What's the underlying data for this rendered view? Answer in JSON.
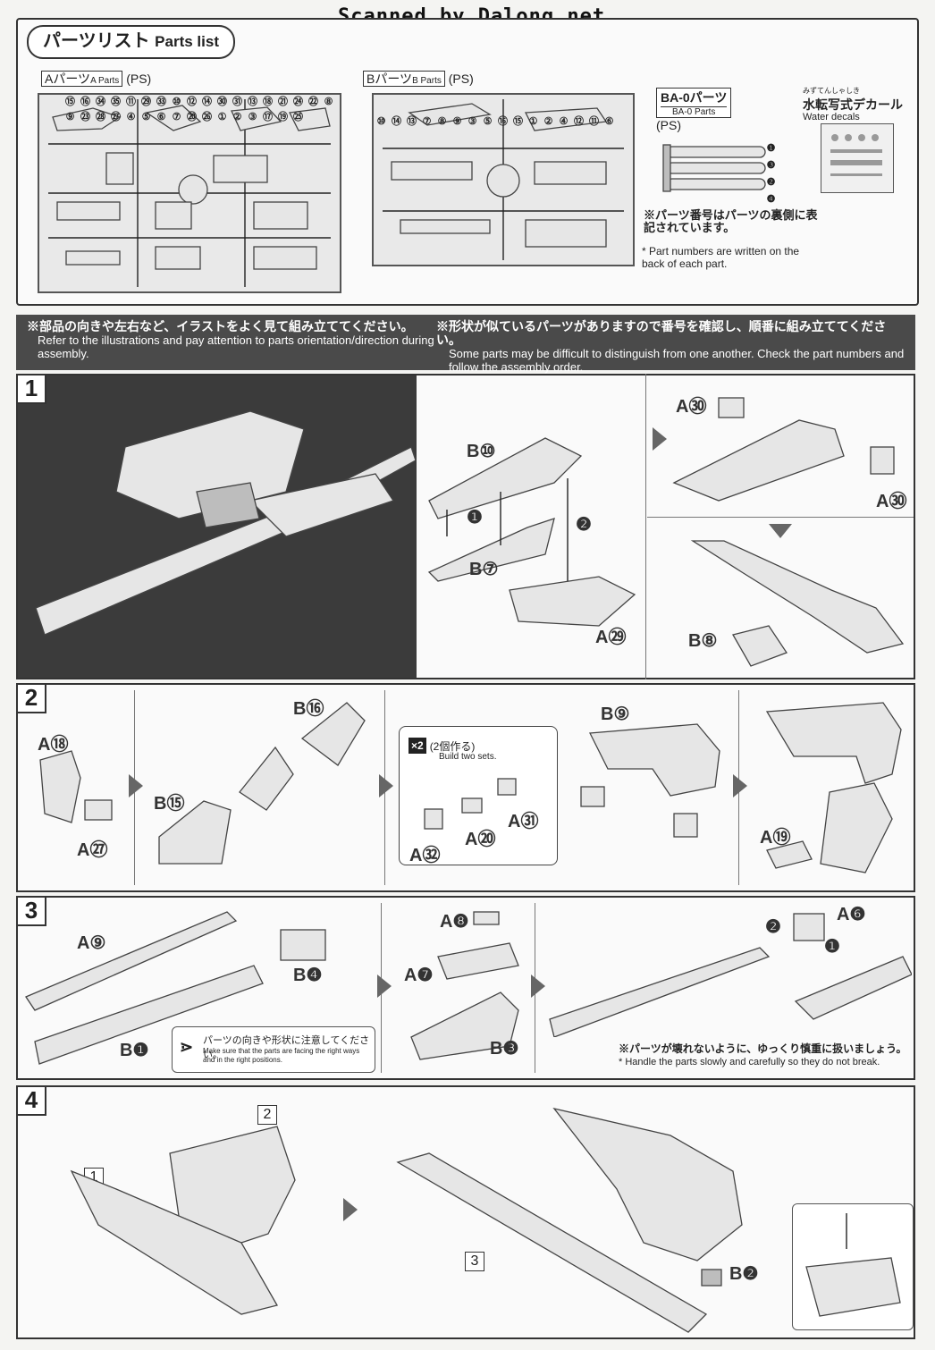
{
  "watermark": "Scanned by Dalong.net",
  "parts_list": {
    "title_jp": "パーツリスト",
    "title_en": "Parts list",
    "a_runner": {
      "name": "Aパーツ",
      "sub": "A Parts",
      "material": "(PS)",
      "numbers": [
        "⑮",
        "⑯",
        "㉞",
        "㉟",
        "⑪",
        "㉙",
        "㉝",
        "⑩",
        "⑫",
        "⑭",
        "㉚",
        "㉛",
        "⑬",
        "⑱",
        "㉑",
        "㉔",
        "㉒",
        "⑧",
        "⑨",
        "㉓",
        "㉘",
        "㉗",
        "④",
        "⑤",
        "⑥",
        "⑦",
        "⑳",
        "㉖",
        "①",
        "②",
        "③",
        "⑰",
        "⑲",
        "㉕"
      ]
    },
    "b_runner": {
      "name": "Bパーツ",
      "sub": "B Parts",
      "material": "(PS)",
      "numbers": [
        "⑩",
        "⑭",
        "⑬",
        "⑦",
        "⑧",
        "⑨",
        "③",
        "⑤",
        "⑯",
        "⑮",
        "①",
        "②",
        "④",
        "⑫",
        "⑪",
        "⑥"
      ]
    },
    "ba0": {
      "name": "BA-0パーツ",
      "sub": "BA-0 Parts",
      "material": "(PS)",
      "numbers": [
        "❶",
        "❸",
        "❷",
        "❹"
      ]
    },
    "decal": {
      "ruby": "みずてんしゃしき",
      "jp": "水転写式デカール",
      "en": "Water decals"
    },
    "partnum_note_jp": "※パーツ番号はパーツの裏側に表記されています。",
    "partnum_note_en": "* Part numbers are written on the back of each part."
  },
  "warnings": {
    "left_jp": "※部品の向きや左右など、イラストをよく見て組み立ててください。",
    "left_en": "Refer to the illustrations and pay attention to parts orientation/direction during assembly.",
    "right_jp": "※形状が似ているパーツがありますので番号を確認し、順番に組み立ててください。",
    "right_en": "Some parts may be difficult to distinguish from one another. Check the part numbers and follow the assembly order."
  },
  "steps": [
    {
      "num": "1",
      "labels": [
        "B⑩",
        "B⑦",
        "A㉙",
        "A㉚",
        "A㉚",
        "B⑧"
      ],
      "order": [
        "❶",
        "❷"
      ]
    },
    {
      "num": "2",
      "labels": [
        "A⑱",
        "A㉗",
        "B⑮",
        "B⑯",
        "B⑨",
        "A㉛",
        "A⑳",
        "A㉜",
        "A⑲"
      ],
      "build_two_jp": "(2個作る)",
      "build_two_en": "Build two sets.",
      "times": "×2"
    },
    {
      "num": "3",
      "labels": [
        "A⑨",
        "B❹",
        "B❶",
        "A❽",
        "A❼",
        "B❸",
        "A❻"
      ],
      "order": [
        "❶",
        "❷"
      ],
      "caution_jp": "パーツの向きや形状に注意してください。",
      "caution_en": "Make sure that the parts are facing the right ways and in the right positions.",
      "handle_jp": "※パーツが壊れないように、ゆっくり慎重に扱いましょう。",
      "handle_en": "* Handle the parts slowly and carefully so they do not break."
    },
    {
      "num": "4",
      "refs": [
        "1",
        "2",
        "3"
      ],
      "labels": [
        "B❷"
      ]
    }
  ]
}
